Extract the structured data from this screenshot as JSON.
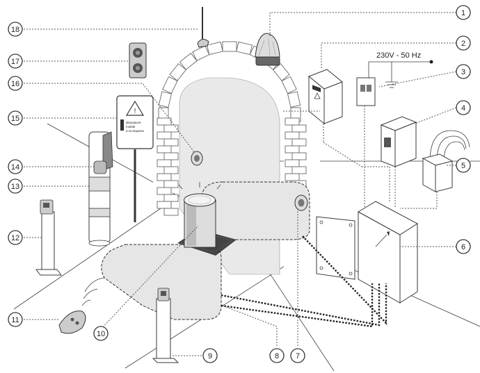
{
  "power_label": "230V - 50 Hz",
  "sign": {
    "line1": "dissuasore",
    "line2": "mobile",
    "line3": "a scomparsa"
  },
  "callouts": [
    "1",
    "2",
    "3",
    "4",
    "5",
    "6",
    "7",
    "8",
    "9",
    "10",
    "11",
    "12",
    "13",
    "14",
    "15",
    "16",
    "17",
    "18"
  ],
  "colors": {
    "line": "#3a3a3a",
    "zone_fill": "#e6e6e6",
    "arch_fill": "#e9e9e9",
    "cable": "#222222"
  }
}
